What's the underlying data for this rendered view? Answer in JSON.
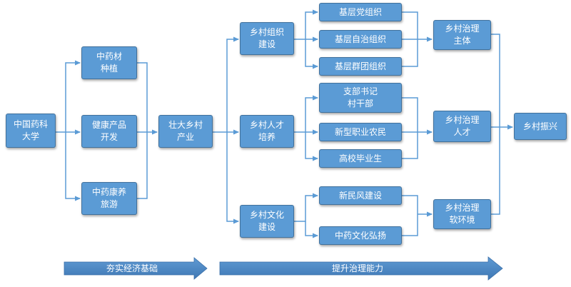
{
  "nodes": {
    "university": {
      "line1": "中国药科",
      "line2": "大学"
    },
    "herb_planting": {
      "line1": "中药材",
      "line2": "种植"
    },
    "health_products": {
      "line1": "健康产品",
      "line2": "开发"
    },
    "herbal_wellness_tourism": {
      "line1": "中药康养",
      "line2": "旅游"
    },
    "strengthen_industry": {
      "line1": "壮大乡村",
      "line2": "产业"
    },
    "rural_organization": {
      "line1": "乡村组织",
      "line2": "建设"
    },
    "rural_talent": {
      "line1": "乡村人才",
      "line2": "培养"
    },
    "rural_culture": {
      "line1": "乡村文化",
      "line2": "建设"
    },
    "grassroots_party": {
      "line1": "基层党组织"
    },
    "grassroots_autonomy": {
      "line1": "基层自治组织"
    },
    "grassroots_mass": {
      "line1": "基层群团组织"
    },
    "branch_secretary": {
      "line1": "支部书记",
      "line2": "村干部"
    },
    "new_farmers": {
      "line1": "新型职业农民"
    },
    "graduates": {
      "line1": "高校毕业生"
    },
    "new_customs": {
      "line1": "新民风建设"
    },
    "tcm_culture": {
      "line1": "中药文化弘扬"
    },
    "governance_subject": {
      "line1": "乡村治理",
      "line2": "主体"
    },
    "governance_talent": {
      "line1": "乡村治理",
      "line2": "人才"
    },
    "governance_soft_env": {
      "line1": "乡村治理",
      "line2": "软环境"
    },
    "rural_revitalization": {
      "line1": "乡村振兴"
    }
  },
  "bands": {
    "economic_foundation": "夯实经济基础",
    "governance_capacity": "提升治理能力"
  },
  "colors": {
    "box_fill": "#5b9bd5",
    "box_border": "#41719c",
    "connector": "#5b9bd5",
    "band_arrow": "#4a86c5",
    "text": "#ffffff"
  }
}
